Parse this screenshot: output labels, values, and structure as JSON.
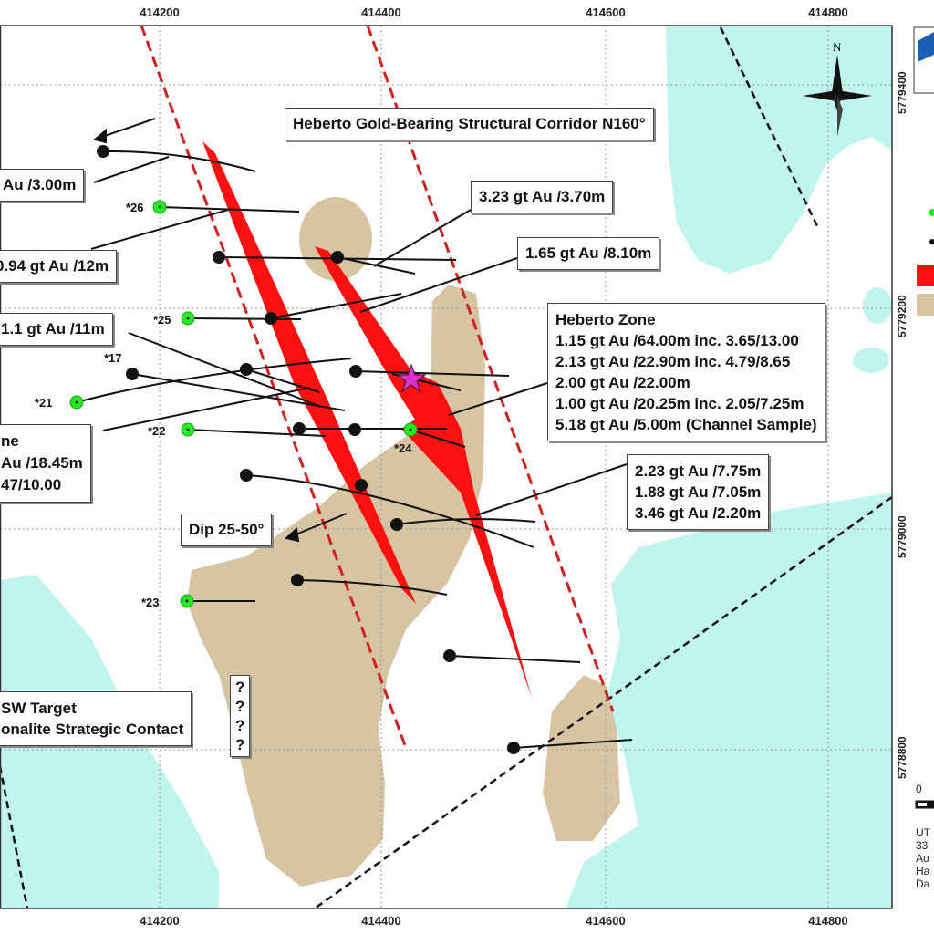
{
  "axes": {
    "easting": [
      "414200",
      "414400",
      "414600",
      "414800"
    ],
    "northing": [
      "5779400",
      "5779200",
      "5779000",
      "5778800"
    ]
  },
  "labels": {
    "corridor": "Heberto Gold-Bearing Structural Corridor N160°",
    "au_3_00": "Au /3.00m",
    "au_12": "0.94 gt Au /12m",
    "au_11": "1.1 gt Au /11m",
    "left_zone": [
      "ne",
      "Au /18.45m",
      "47/10.00"
    ],
    "au_3_70": "3.23 gt Au /3.70m",
    "au_8_10": "1.65 gt Au /8.10m",
    "heberto_zone": {
      "title": "Heberto Zone",
      "lines": [
        "1.15 gt Au /64.00m inc. 3.65/13.00",
        "2.13 gt Au /22.90m inc. 4.79/8.65",
        "2.00 gt Au /22.00m",
        "1.00 gt Au /20.25m inc. 2.05/7.25m",
        "5.18 gt Au /5.00m (Channel Sample)"
      ]
    },
    "south_results": [
      "2.23 gt Au /7.75m",
      "1.88 gt Au /7.05m",
      "3.46 gt Au /2.20m"
    ],
    "dip": "Dip 25-50°",
    "unknown": [
      "?",
      "?",
      "?",
      "?"
    ],
    "sw_target": [
      "SW Target",
      "onalite Strategic Contact"
    ]
  },
  "holes": [
    "*26",
    "*25",
    "*17",
    "*21",
    "*22",
    "*24",
    "*23"
  ],
  "north_label": "N",
  "legend_side": {
    "scale_zero": "0",
    "notes": [
      "UT",
      "33",
      "Au",
      "Ha",
      "Da"
    ]
  },
  "colors": {
    "water": "#bff5ee",
    "intrusive": "#d7c4a2",
    "structure": "#ff1010",
    "planned_hole": "#22ee22",
    "corridor_line": "#d02020"
  }
}
